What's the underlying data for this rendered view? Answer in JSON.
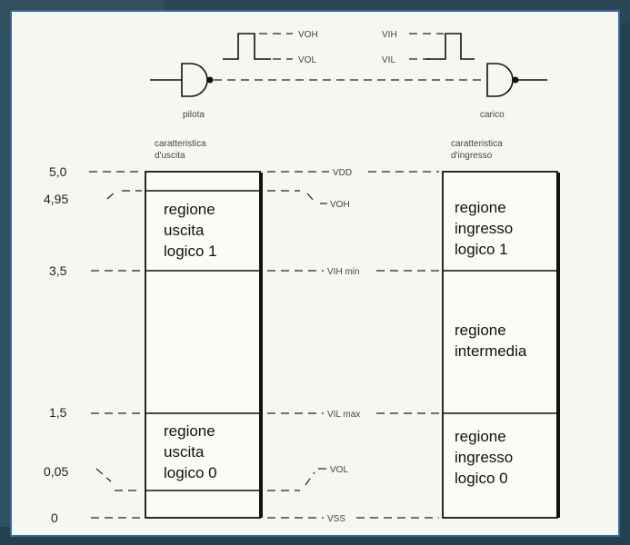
{
  "signals": {
    "out_high": "VOH",
    "out_low": "VOL",
    "in_high": "VIH",
    "in_low": "VIL"
  },
  "gates": {
    "driver": "pilota",
    "load": "carico"
  },
  "columns": {
    "output_char": [
      "caratteristica",
      "d'uscita"
    ],
    "input_char": [
      "caratteristica",
      "d'ingresso"
    ]
  },
  "levels": {
    "v50": "5,0",
    "v495": "4,95",
    "v35": "3,5",
    "v15": "1,5",
    "v005": "0,05",
    "v0": "0"
  },
  "center_labels": {
    "vdd": "VDD",
    "voh": "VOH",
    "vih_min": "VIH min",
    "vil_max": "VIL max",
    "vol": "VOL",
    "vss": "VSS"
  },
  "regions": {
    "out_high": [
      "regione",
      "uscita",
      "logico 1"
    ],
    "out_low": [
      "regione",
      "uscita",
      "logico 0"
    ],
    "in_high": [
      "regione",
      "ingresso",
      "logico 1"
    ],
    "in_mid": [
      "regione",
      "intermedia"
    ],
    "in_low": [
      "regione",
      "ingresso",
      "logico 0"
    ]
  },
  "colors": {
    "paper": "#f6f6f3",
    "ink": "#111111",
    "frame": "#3a6a9a",
    "photo": "#1e3a4a"
  }
}
